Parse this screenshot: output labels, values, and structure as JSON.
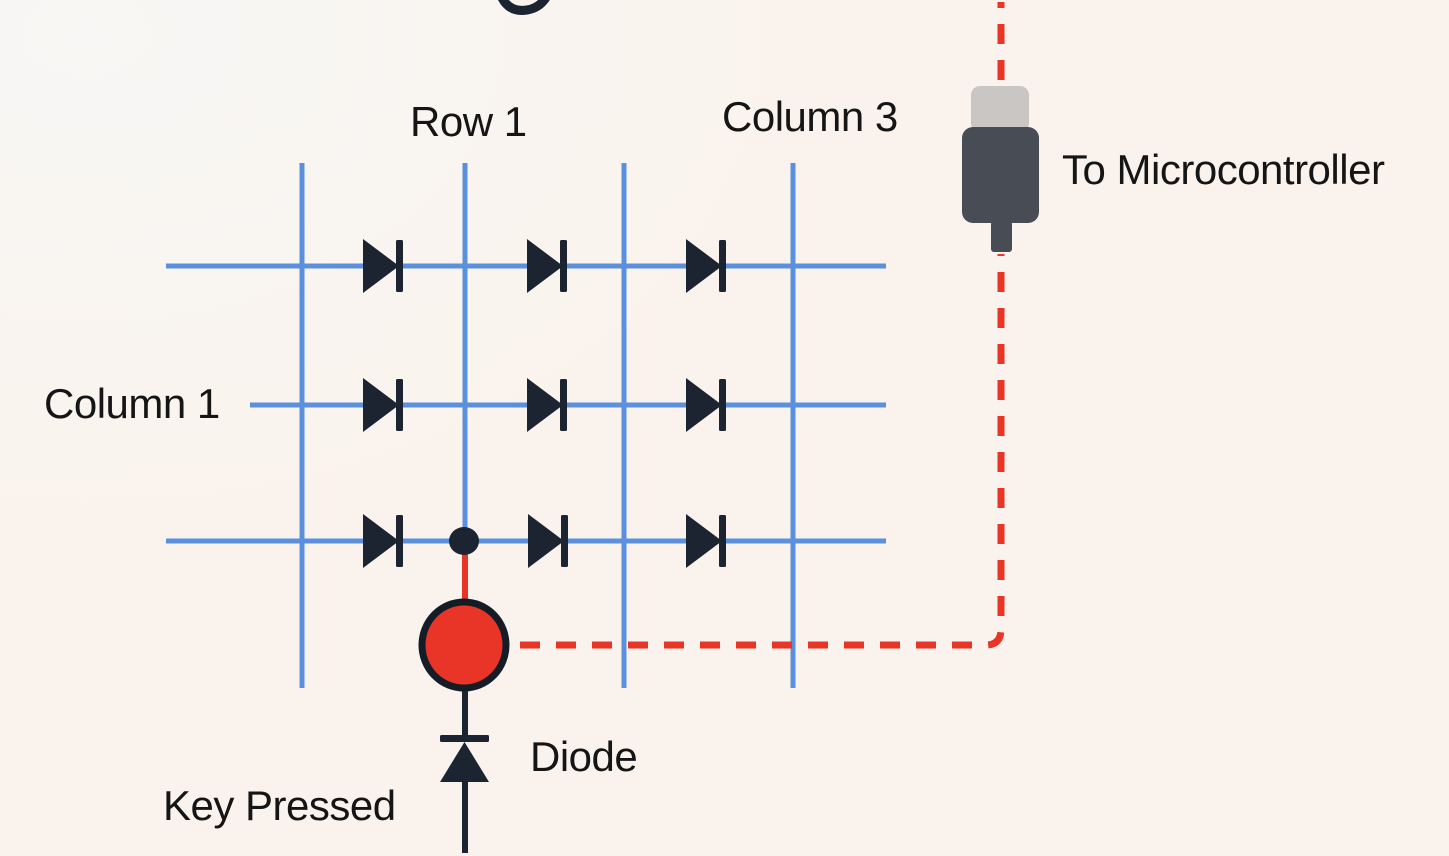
{
  "labels": {
    "row1": "Row 1",
    "column3": "Column 3",
    "column1": "Column 1",
    "to_microcontroller": "To Microcontroller",
    "diode": "Diode",
    "key_pressed": "Key Pressed"
  },
  "colors": {
    "background": "#FAF3ED",
    "grid_blue": "#5B90DD",
    "signal_red": "#E93428",
    "component_dark": "#1B2430",
    "usb_body": "#474C55",
    "usb_cap": "#C9C6C3",
    "text": "#151515"
  },
  "matrix": {
    "horizontal_wires": 3,
    "vertical_wires": 4,
    "grid_diode_count": 9,
    "standalone_diode_count": 1,
    "pressed_key_count": 1
  },
  "icons": [
    "usb-connector-icon",
    "diode-icon",
    "pressed-key-icon",
    "junction-dot-icon"
  ]
}
